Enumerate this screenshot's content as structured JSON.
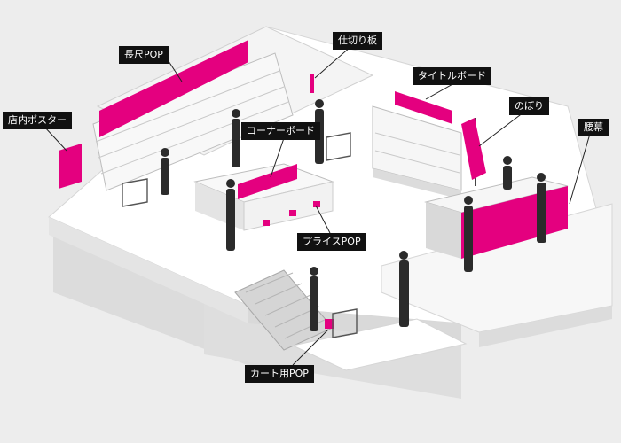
{
  "labels": {
    "nagajaku_pop": "長尺POP",
    "shikiri_ita": "仕切り板",
    "title_board": "タイトルボード",
    "nobori": "のぼり",
    "tennai_poster": "店内ポスター",
    "koshimaku": "腰幕",
    "corner_board": "コーナーボード",
    "price_pop": "プライスPOP",
    "cart_pop": "カート用POP"
  },
  "colors": {
    "accent": "#e4007f",
    "background": "#ededed",
    "floor": "#ffffff",
    "label_bg": "#111111",
    "label_text": "#ffffff"
  }
}
